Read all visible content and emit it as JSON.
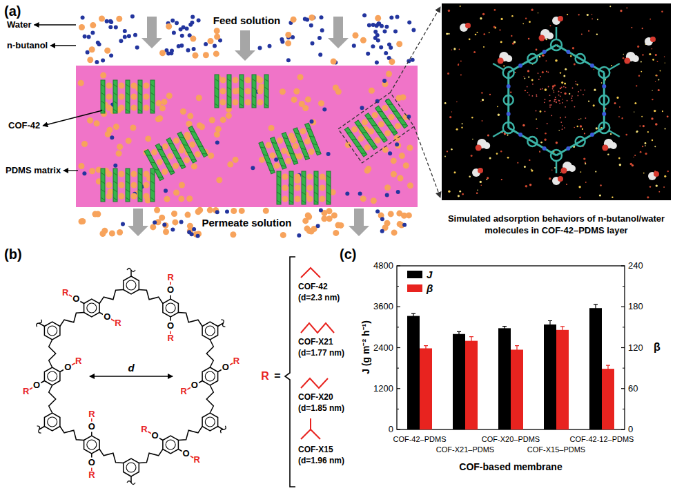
{
  "diagram": {
    "nodes": [
      {
        "text": [
          "Feed solution"
        ]
      },
      {
        "text": [
          "Permeate solution"
        ]
      },
      {
        "text": [
          "Simulated adsorption behaviors of n-butanol/water molecules in COF-42–PDMS layer"
        ]
      }
    ],
    "labels": [
      "(a)",
      "Water",
      "n-butanol",
      "COF-42",
      "PDMS matrix",
      "(b)",
      "O",
      "R",
      "O",
      "R",
      "O",
      "R",
      "O",
      "R",
      "O",
      "R",
      "O",
      "R",
      "O",
      "R",
      "O",
      "R",
      "O",
      "R",
      "O",
      "R",
      "O",
      "R",
      "O",
      "R",
      "d",
      "R",
      "=",
      "COF-42",
      "(d=2.3 nm)",
      "COF-X21",
      "(d=1.77 nm)",
      "COF-X20",
      "(d=1.85 nm)",
      "COF-X15",
      "(d=1.96 nm)",
      "(c)",
      "0",
      "1200",
      "2400",
      "3600",
      "4800",
      "0",
      "60",
      "120",
      "180",
      "240",
      "J (g m⁻² h⁻¹)",
      "β",
      "COF-42–PDMS",
      "COF-X21–PDMS",
      "COF-X20–PDMS",
      "COF-X15–PDMS",
      "COF-42-12–PDMS",
      "COF-based membrane"
    ],
    "legend": [
      {
        "text": "J",
        "color": "#000000"
      },
      {
        "text": "β",
        "color": "#e8231f"
      }
    ]
  }
}
